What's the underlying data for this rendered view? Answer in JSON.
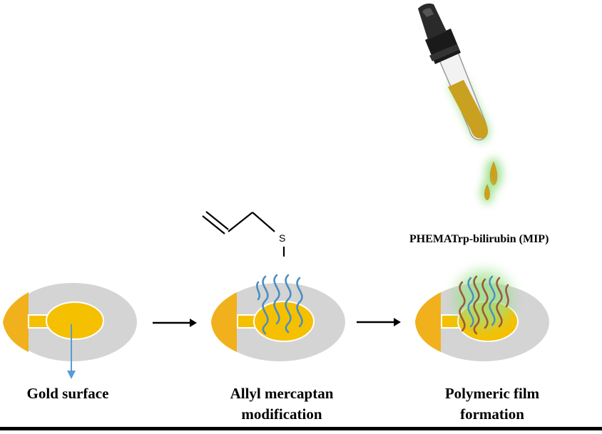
{
  "steps": [
    {
      "line1": "Gold surface",
      "line2": ""
    },
    {
      "line1": "Allyl mercaptan",
      "line2": "modification"
    },
    {
      "line1": "Polymeric film",
      "line2": "formation"
    }
  ],
  "molecule": {
    "sulfur_atom": "S"
  },
  "polymer_label": "PHEMATrp-bilirubin (MIP)",
  "colors": {
    "electrode_gray": "#d4d4d4",
    "gold": "#f5c000",
    "gold_edge": "#f0b11c",
    "thiol_strand": "#4a8ec2",
    "polymer_strand": "#9a5a3a",
    "mip_liquid": "#c9a020",
    "mip_glow": "#9be08a",
    "arrow": "#5b9bd5"
  }
}
